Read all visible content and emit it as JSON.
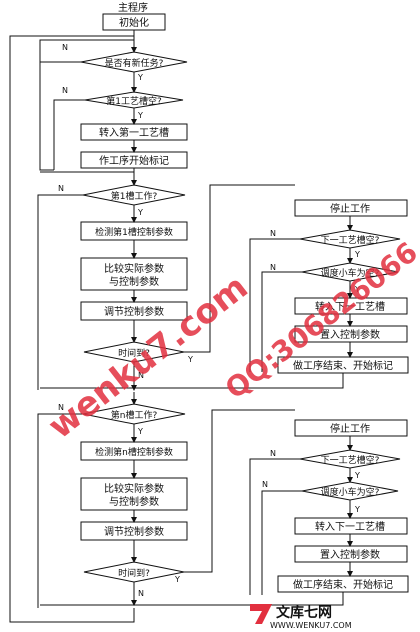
{
  "title": "主程序",
  "nodes": {
    "init": "初始化",
    "new_task": "是否有新任务?",
    "slot1_empty": "第1工艺槽空?",
    "move_to_1": "转入第一工艺槽",
    "mark_start": "作工序开始标记",
    "slot1_work": "第1槽工作?",
    "check_1": "检测第1槽控制参数",
    "compare_1a": "比较实际参数",
    "compare_1b": "与控制参数",
    "adjust_1": "调节控制参数",
    "time_1": "时间到?",
    "stop_1": "停止工作",
    "next_empty_1": "下一工艺槽空?",
    "cart_empty_1": "调度小车为空?",
    "move_next_1": "转入下一工艺槽",
    "set_ctrl_1": "置入控制参数",
    "finish_1": "做工序结束、开始标记",
    "slotn_work": "第n槽工作?",
    "check_n": "检测第n槽控制参数",
    "compare_na": "比较实际参数",
    "compare_nb": "与控制参数",
    "adjust_n": "调节控制参数",
    "time_n": "时间到?",
    "stop_n": "停止工作",
    "next_empty_n": "下一工艺槽空?",
    "cart_empty_n": "调度小车为空?",
    "move_next_n": "转入下一工艺槽",
    "set_ctrl_n": "置入控制参数",
    "finish_n": "做工序结束、开始标记"
  },
  "labels": {
    "yes": "Y",
    "no": "N"
  },
  "watermarks": {
    "left": "wenku7.com",
    "right": "QQ:306826066",
    "logo_cn": "文库七网",
    "logo_url": "WWW.WENKU7.COM"
  },
  "colors": {
    "line": "#111111",
    "watermark": "#e2303f"
  }
}
